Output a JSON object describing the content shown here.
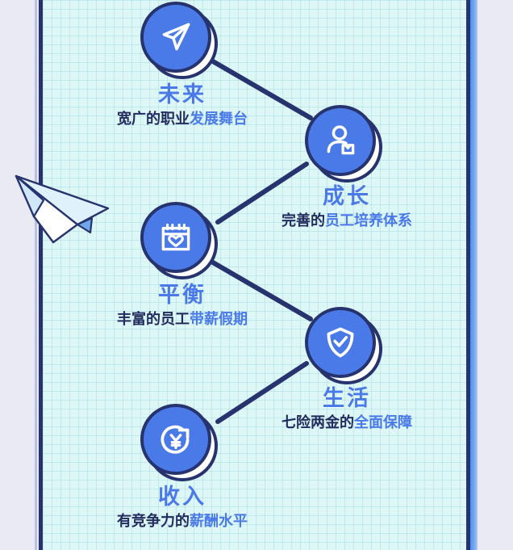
{
  "theme": {
    "panel_bg": "#ddf6f6",
    "grid_line": "#8ccdd7",
    "border_navy": "#27336e",
    "accent_blue": "#4a7ae8",
    "text_dark": "#232c5e",
    "outer_bg": "#e9eaf4",
    "edge_stripe": "#4b8ff0"
  },
  "decoration": {
    "paper_plane": "paper-plane-icon"
  },
  "nodes": [
    {
      "id": "future",
      "icon": "send-plane-icon",
      "title": "未来",
      "sub_dark": "宽广的职业",
      "sub_accent": "发展舞台",
      "side": "left"
    },
    {
      "id": "growth",
      "icon": "person-briefcase-icon",
      "title": "成长",
      "sub_dark": "完善的",
      "sub_accent": "员工培养体系",
      "side": "right"
    },
    {
      "id": "balance",
      "icon": "calendar-heart-icon",
      "title": "平衡",
      "sub_dark": "丰富的员工",
      "sub_accent": "带薪假期",
      "side": "left"
    },
    {
      "id": "life",
      "icon": "shield-check-icon",
      "title": "生活",
      "sub_dark": "七险两金的",
      "sub_accent": "全面保障",
      "side": "right"
    },
    {
      "id": "income",
      "icon": "yuan-refresh-icon",
      "title": "收入",
      "sub_dark": "有竞争力的",
      "sub_accent": "薪酬水平",
      "side": "left"
    }
  ]
}
